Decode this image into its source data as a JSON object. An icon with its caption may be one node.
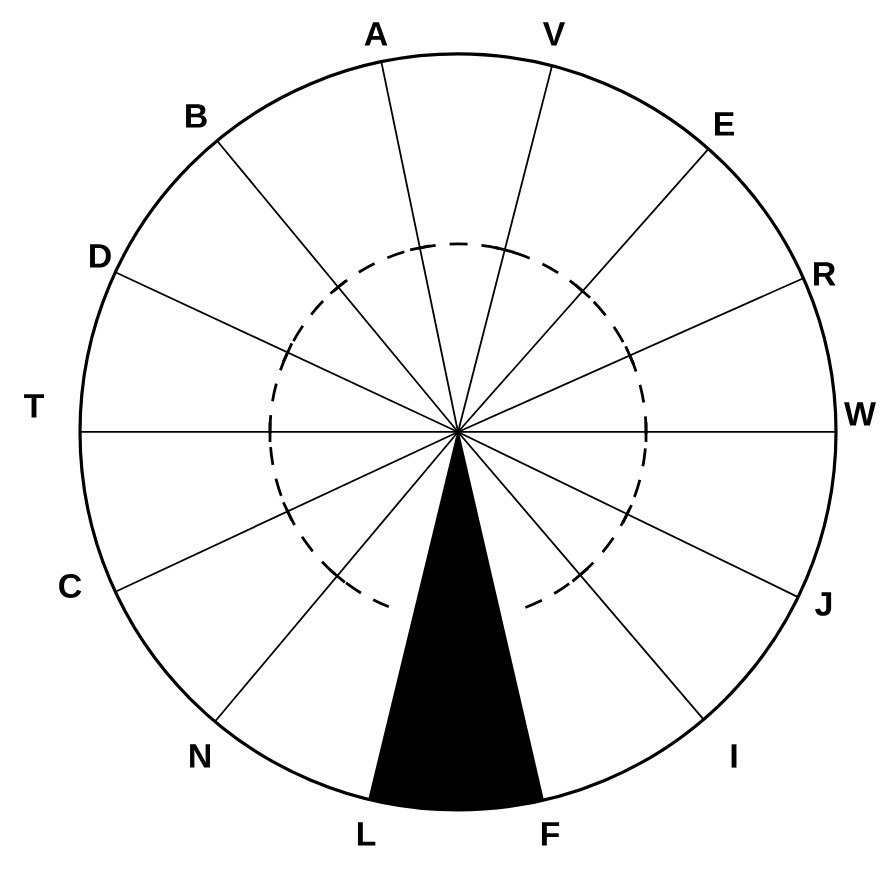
{
  "diagram": {
    "labels": [
      "A",
      "V",
      "B",
      "E",
      "D",
      "R",
      "T",
      "W",
      "C",
      "J",
      "N",
      "I",
      "L",
      "F"
    ]
  }
}
